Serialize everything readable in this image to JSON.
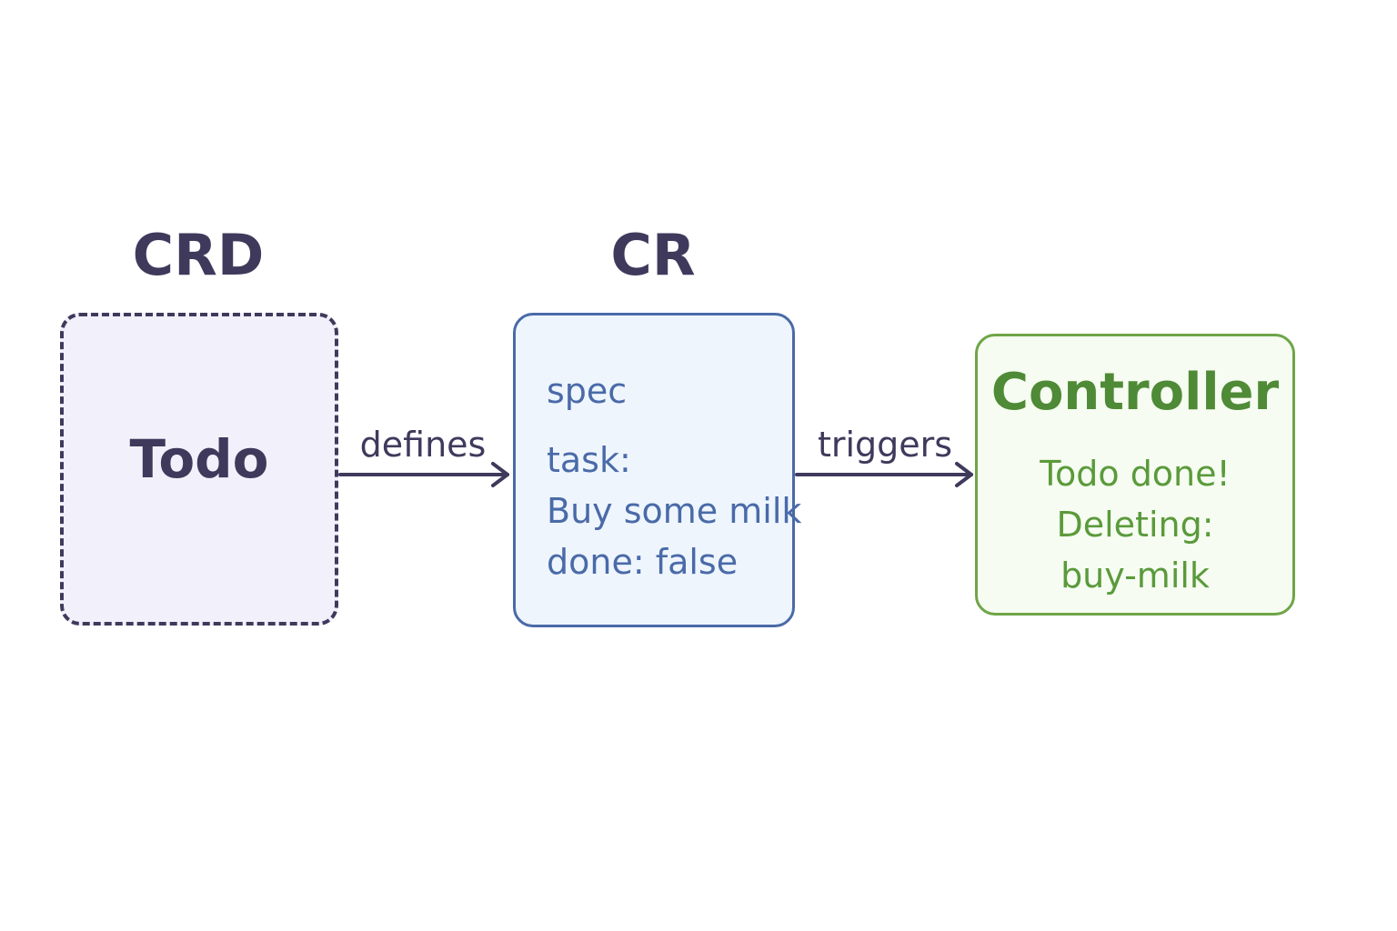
{
  "crd": {
    "heading": "CRD",
    "name": "Todo"
  },
  "cr": {
    "heading": "CR",
    "lines": [
      "spec",
      "task:",
      "Buy some milk",
      "done: false"
    ]
  },
  "controller": {
    "title": "Controller",
    "lines": [
      "Todo done!",
      "Deleting:",
      "buy-milk"
    ]
  },
  "edges": {
    "defines": "defines",
    "triggers": "triggers"
  },
  "colors": {
    "crd": "#3f3a5c",
    "cr": "#4a6aa8",
    "controller": "#6ea548"
  }
}
